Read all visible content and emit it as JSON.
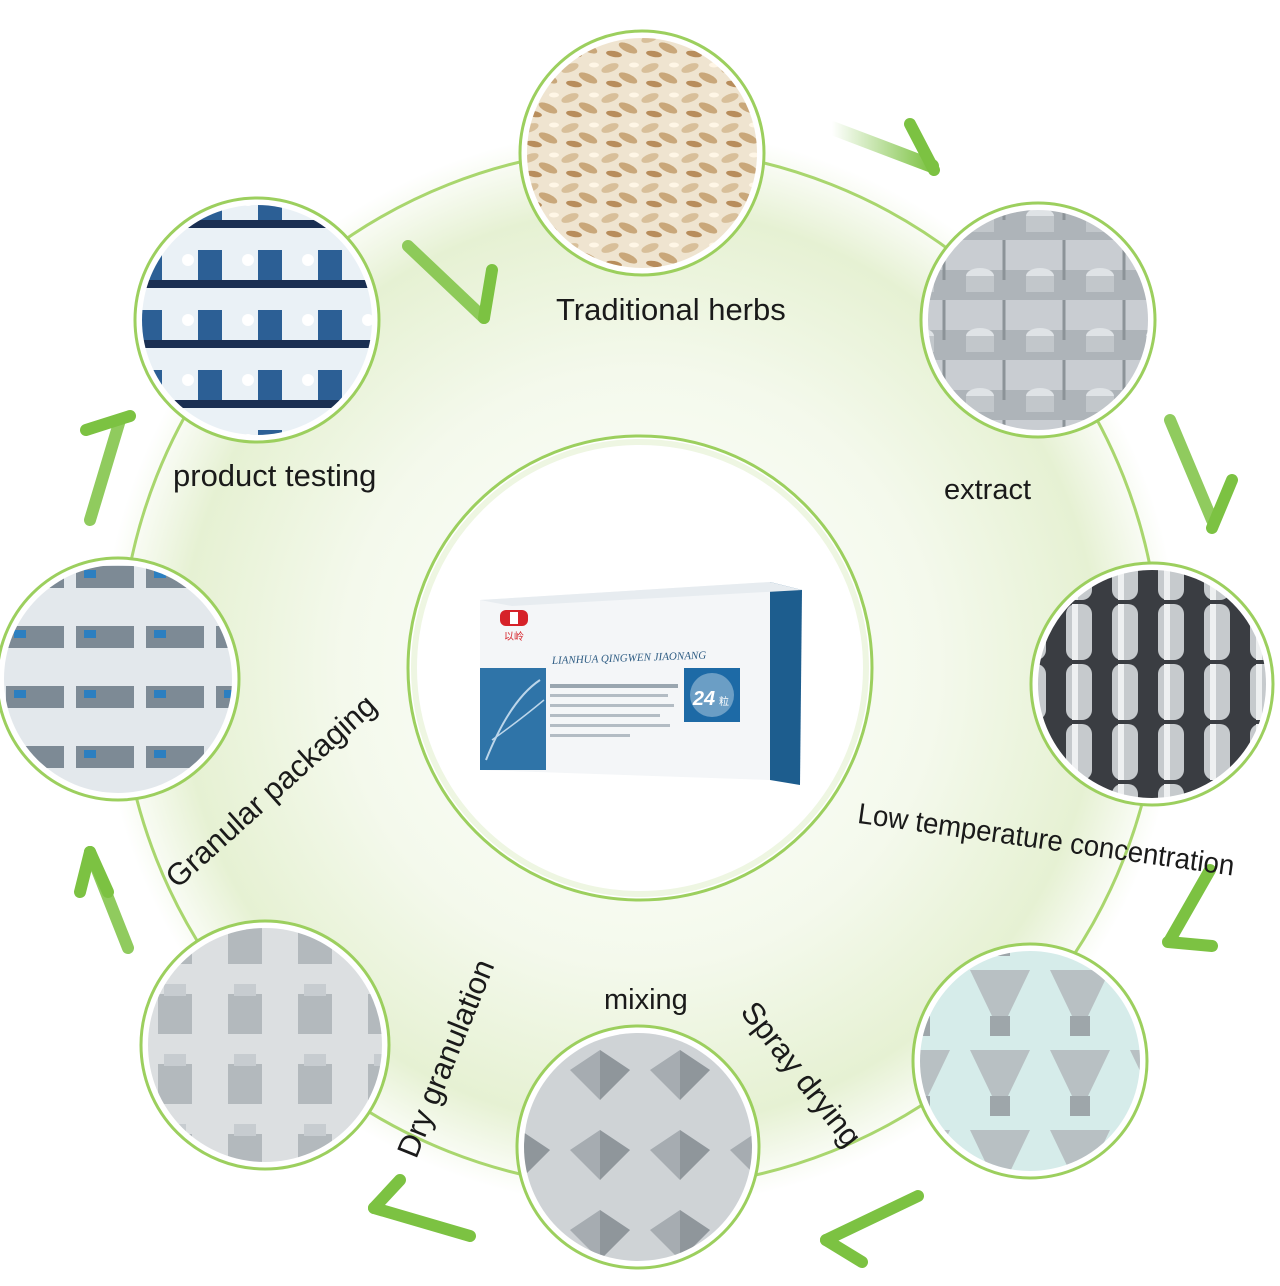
{
  "diagram": {
    "steps": [
      {
        "label": "Traditional herbs",
        "photo": "sliced-herb-roots"
      },
      {
        "label": "extract",
        "photo": "extraction-tanks-hall"
      },
      {
        "label": "Low temperature concentration",
        "photo": "stainless-evaporators"
      },
      {
        "label": "Spray drying",
        "photo": "spray-dryer-cone"
      },
      {
        "label": "mixing",
        "photo": "double-cone-mixer"
      },
      {
        "label": "Dry granulation",
        "photo": "dry-granulator-machine"
      },
      {
        "label": "Granular packaging",
        "photo": "packaging-line"
      },
      {
        "label": "product testing",
        "photo": "lab-analysis-instruments"
      }
    ],
    "product": {
      "box_title": "LIANHUA QINGWEN JIAONANG",
      "logo_text": "以岭",
      "badge": "24",
      "badge_unit": "粒"
    },
    "colors": {
      "ring": "#9ccf5e",
      "arrow": "#7cc242",
      "glow": "#e8f3d6",
      "box_blue": "#1d5d8e"
    }
  }
}
